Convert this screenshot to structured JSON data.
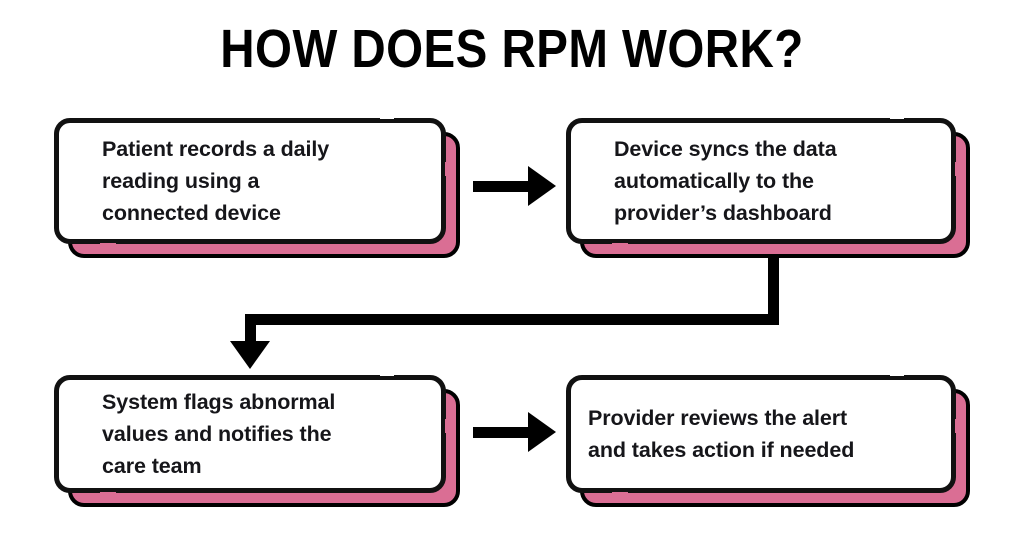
{
  "page": {
    "title": "HOW DOES RPM WORK?",
    "background_color": "#ffffff",
    "accent_color": "#da6e94",
    "stroke_color": "#111111",
    "text_color": "#16161a"
  },
  "flow": {
    "nodes": [
      {
        "id": "step-1",
        "name": "patient-records-reading",
        "lines": [
          "Patient records a daily",
          "reading using a",
          "connected device"
        ]
      },
      {
        "id": "step-2",
        "name": "device-syncs-data",
        "lines": [
          "Device syncs the data",
          "automatically to the",
          "provider’s dashboard"
        ]
      },
      {
        "id": "step-3",
        "name": "system-flags-abnormal",
        "lines": [
          "System flags abnormal",
          "values and notifies the",
          "care team"
        ]
      },
      {
        "id": "step-4",
        "name": "provider-reviews-alert",
        "lines": [
          "Provider reviews the alert",
          "and takes action if needed"
        ]
      }
    ],
    "connectors": [
      {
        "name": "connector-step1-to-step2",
        "direction": "right"
      },
      {
        "name": "connector-step2-to-step3",
        "direction": "down"
      },
      {
        "name": "connector-step3-to-step4",
        "direction": "right"
      }
    ]
  }
}
